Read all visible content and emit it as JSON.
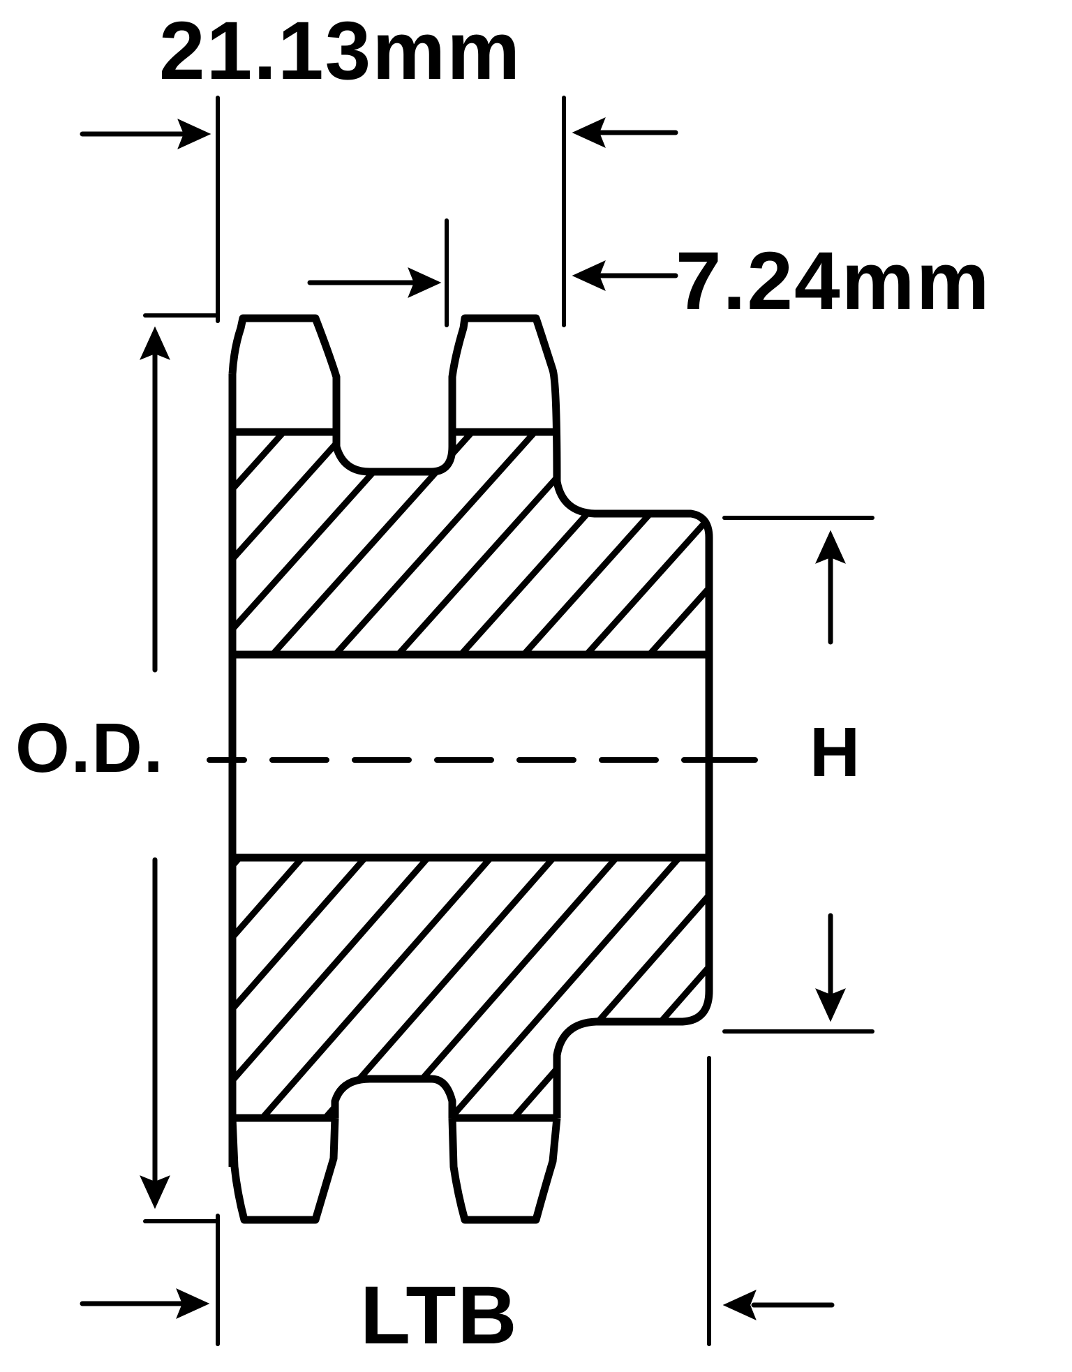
{
  "figure": {
    "type": "sprocket-cross-section",
    "description": "Double-strand sprocket sectional view with dimension callouts",
    "colors": {
      "ink": "#000000",
      "background": "#ffffff"
    }
  },
  "dimensions": {
    "overall_tooth_width": {
      "label": "21.13mm"
    },
    "single_tooth_width": {
      "label": "7.24mm"
    },
    "outside_diameter": {
      "label": "O.D."
    },
    "hub_diameter": {
      "label": "H"
    },
    "length_thru_bore": {
      "label": "LTB"
    }
  }
}
